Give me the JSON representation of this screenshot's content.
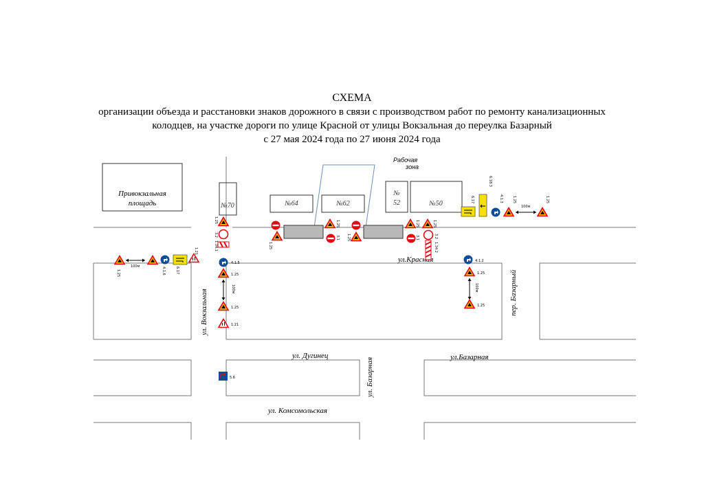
{
  "title": {
    "line1": "СХЕМА",
    "line2": "организации объезда и расстановки знаков дорожного в связи с производством работ по ремонту канализационных",
    "line3": "колодцев, на участке дороги по улице Красной от улицы Вокзальная до переулка Базарный",
    "line4": "с 27 мая 2024 года по 27 июня 2024 года"
  },
  "streets": {
    "krasnaya": "ул.Красная",
    "vokzalnaya": "ул. Вокзальная",
    "bazarny_per": "пер. Базарный",
    "duginets": "ул. Дугинец",
    "bazarnaya_v": "ул. Базарная",
    "bazarnaya_h": "ул.Базарная",
    "komsomolskaya": "ул. Комсомольская"
  },
  "places": {
    "square_line1": "Привокзальная",
    "square_line2": "площадь",
    "work_zone_line1": "Рабочая",
    "work_zone_line2": "зона"
  },
  "buildings": {
    "b70": "№70",
    "b64": "№64",
    "b62": "№62",
    "b52_line1": "№",
    "b52_line2": "52",
    "b50": "№50"
  },
  "sign_labels": {
    "s125": "1.25",
    "s121": "1.21",
    "s31": "3.1",
    "s32": "3.2",
    "s413": "4.1.3",
    "s415": "4.1.5",
    "s412": "4.1.2",
    "s416": "4.1.6",
    "s617": "6.17",
    "s6183": "6.18.3",
    "s134": "1.34.2",
    "s341": "1.34.1",
    "s56": "5.6",
    "dist": "100м"
  },
  "colors": {
    "sign_red": "#e30613",
    "sign_yellow": "#f7b500",
    "sign_blue": "#0f4c97",
    "work_barrier": "#b8b8b8",
    "road_line": "#777777",
    "zone_line": "#6b8db5"
  }
}
